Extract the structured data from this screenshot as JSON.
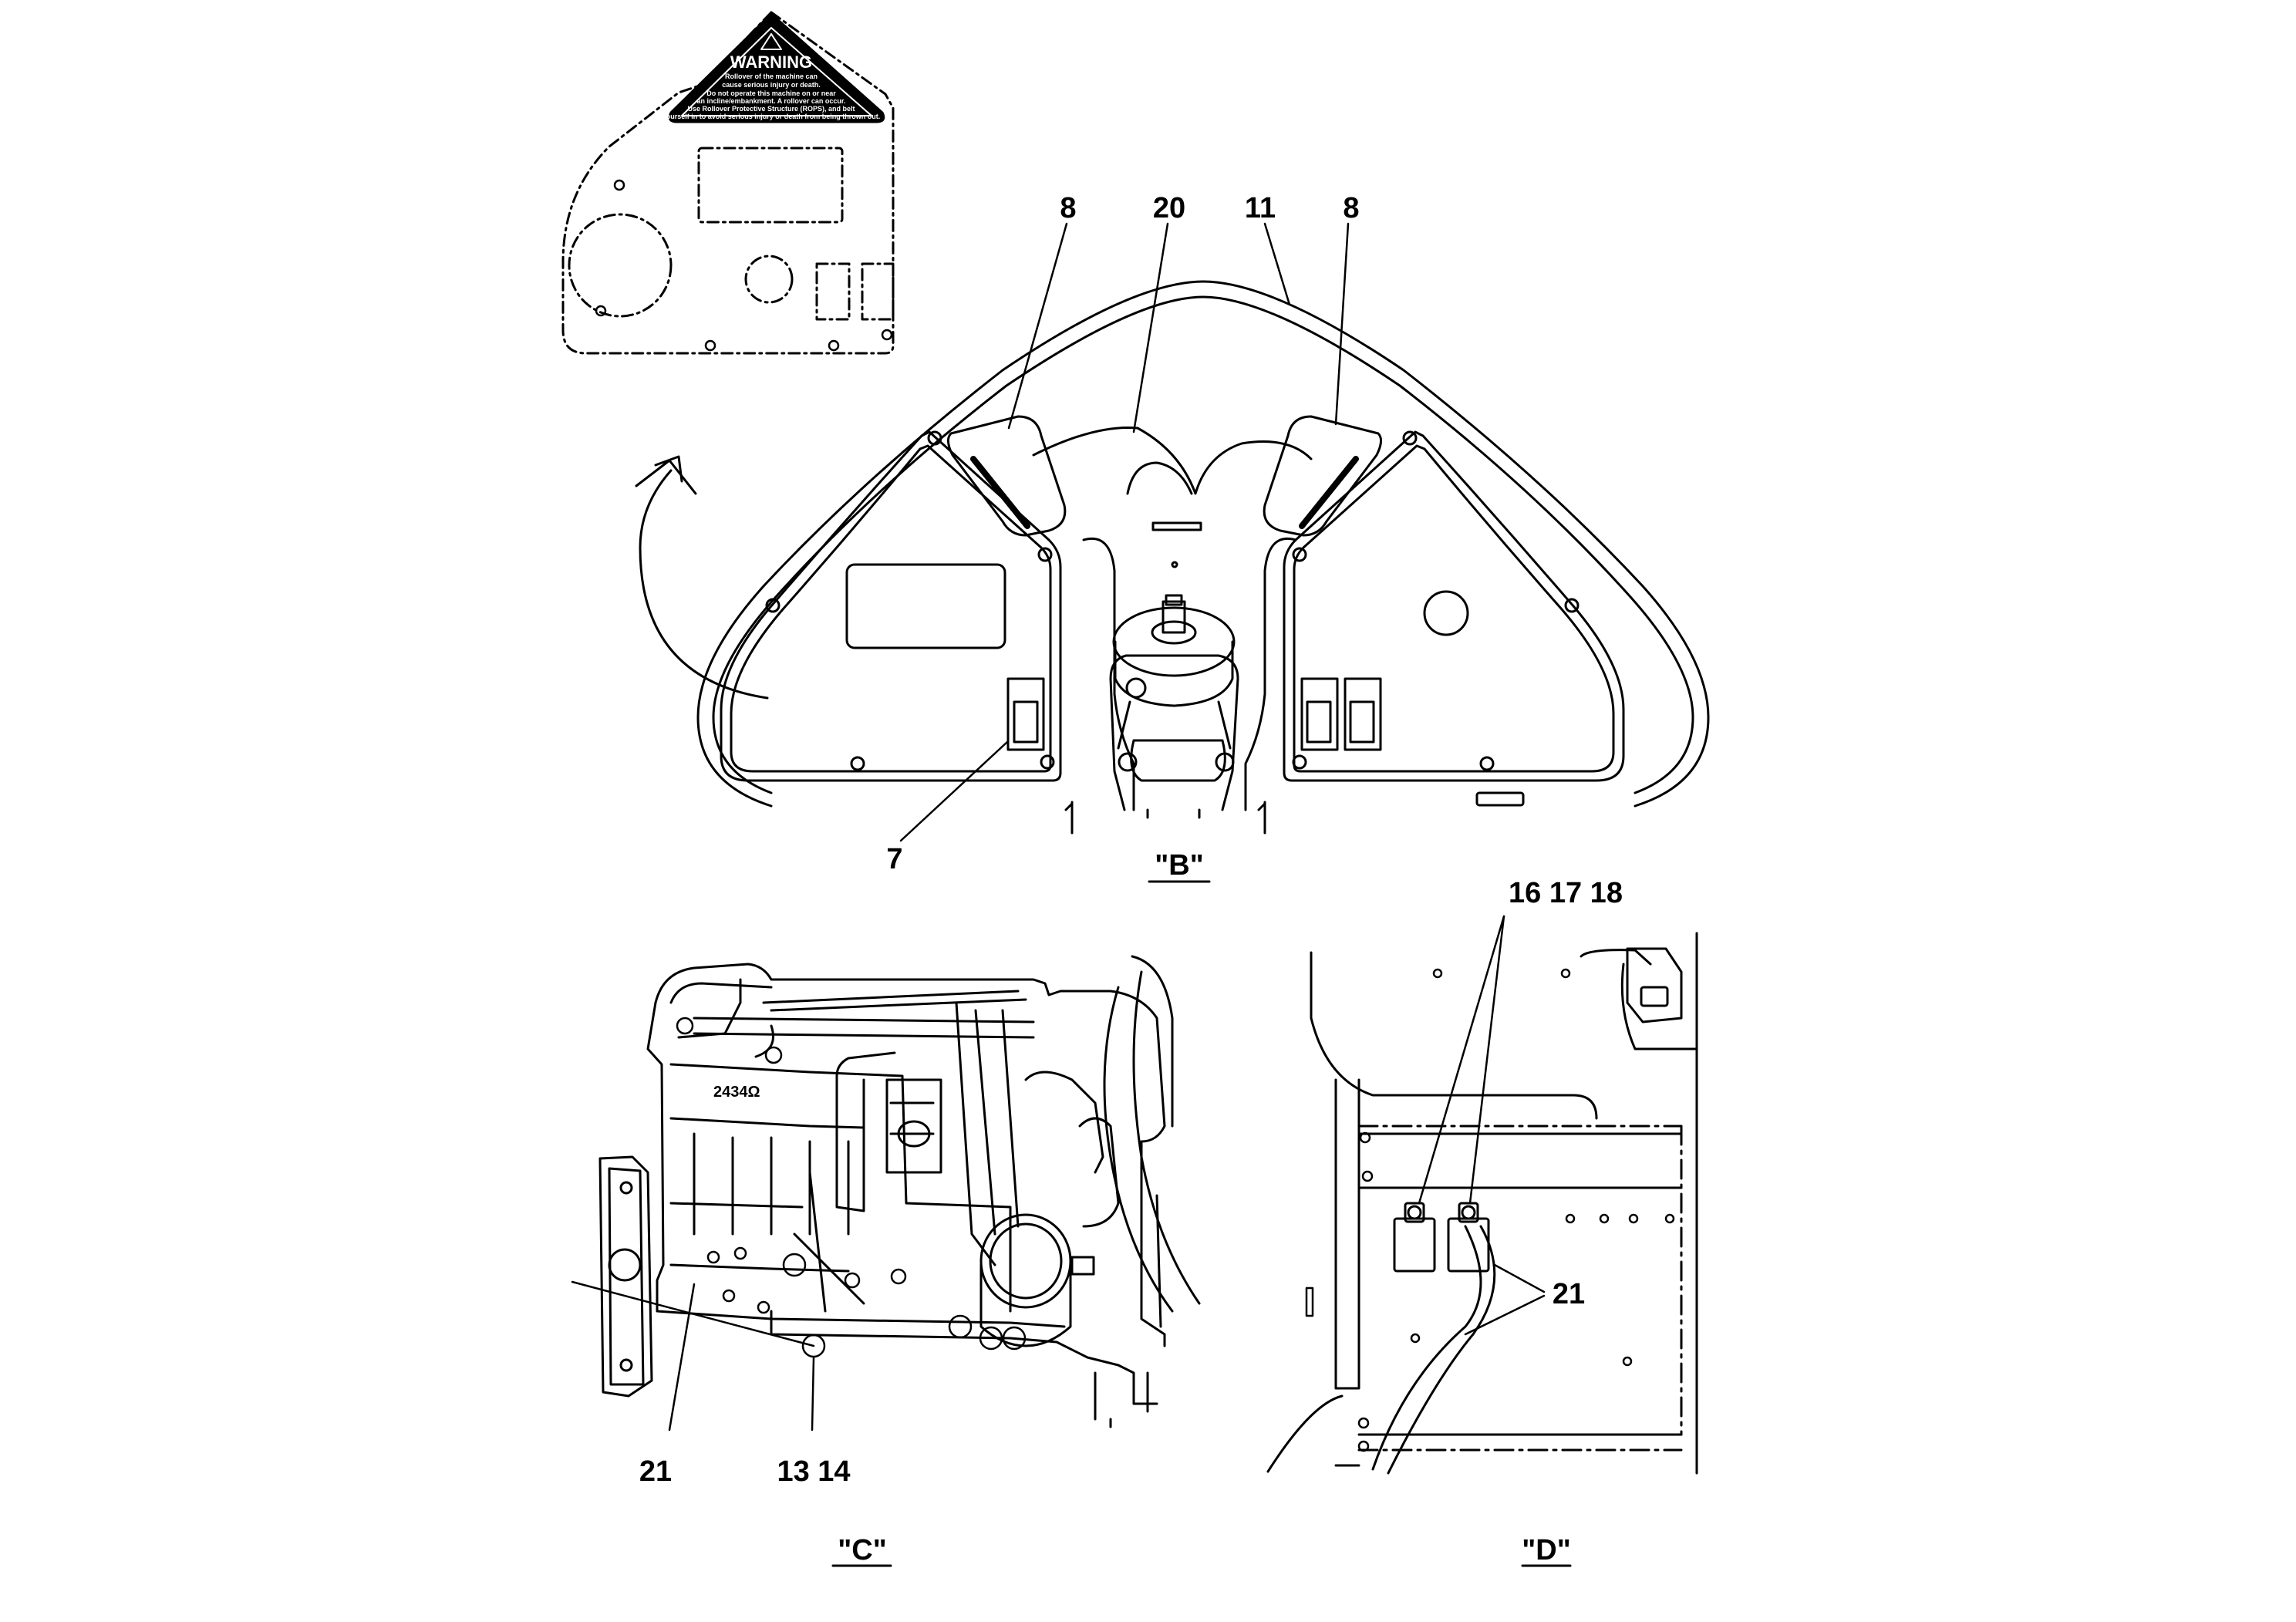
{
  "views": {
    "b": "\"B\"",
    "c": "\"C\"",
    "d": "\"D\""
  },
  "callouts": {
    "b_left_8": "8",
    "b_20": "20",
    "b_11": "11",
    "b_right_8": "8",
    "b_7": "7",
    "d_16_17_18": "16 17 18",
    "d_21": "21",
    "c_21": "21",
    "c_13_14": "13 14"
  },
  "warning_decal": {
    "title": "WARNING",
    "lines": [
      "Rollover of the machine can",
      "cause serious injury or death.",
      "Do not operate this machine on or near",
      "an incline/embankment. A rollover can occur.",
      "Use Rollover Protective Structure (ROPS), and belt",
      "yourself in to avoid serious injury or death from being thrown out."
    ]
  },
  "engine_marking": "2434Ω"
}
